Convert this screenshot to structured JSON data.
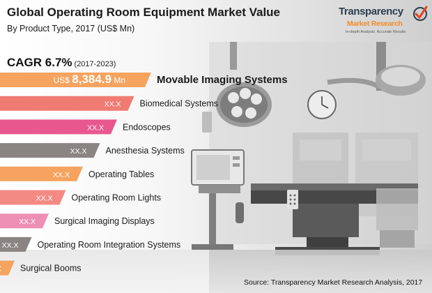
{
  "header": {
    "title": "Global Operating Room Equipment Market Value",
    "subtitle": "By Product Type, 2017 (US$ Mn)"
  },
  "cagr": {
    "label": "CAGR 6.7%",
    "period": "(2017-2023)"
  },
  "logo": {
    "line1": "Transparency",
    "line2": "Market Research",
    "line3": "In-depth Analysis. Accurate Results"
  },
  "source": "Source: Transparency Market Research Analysis, 2017",
  "chart_data": {
    "type": "bar",
    "orientation": "horizontal",
    "title": "Global Operating Room Equipment Market Value",
    "subtitle": "By Product Type, 2017 (US$ Mn)",
    "categories": [
      "Movable Imaging Systems",
      "Biomedical Systems",
      "Endoscopes",
      "Anesthesia Systems",
      "Operating Tables",
      "Operating Room Lights",
      "Surgical Imaging Displays",
      "Operating Room Integration Systems",
      "Surgical Booms"
    ],
    "value_labels": [
      "8,384.9",
      "XX.X",
      "XX.X",
      "XX.X",
      "XX.X",
      "XX.X",
      "XX.X",
      "XX.X",
      "XX.X"
    ],
    "value_prefix": "US$",
    "value_suffix": "Mn",
    "rank": [
      1,
      2,
      3,
      4,
      5,
      6,
      7,
      8,
      9
    ],
    "colors": [
      "#f5a35f",
      "#f07b72",
      "#e8588f",
      "#8a8483",
      "#f5a35f",
      "#f48a84",
      "#ee8fb5",
      "#8a8483",
      "#f5a35f"
    ]
  }
}
